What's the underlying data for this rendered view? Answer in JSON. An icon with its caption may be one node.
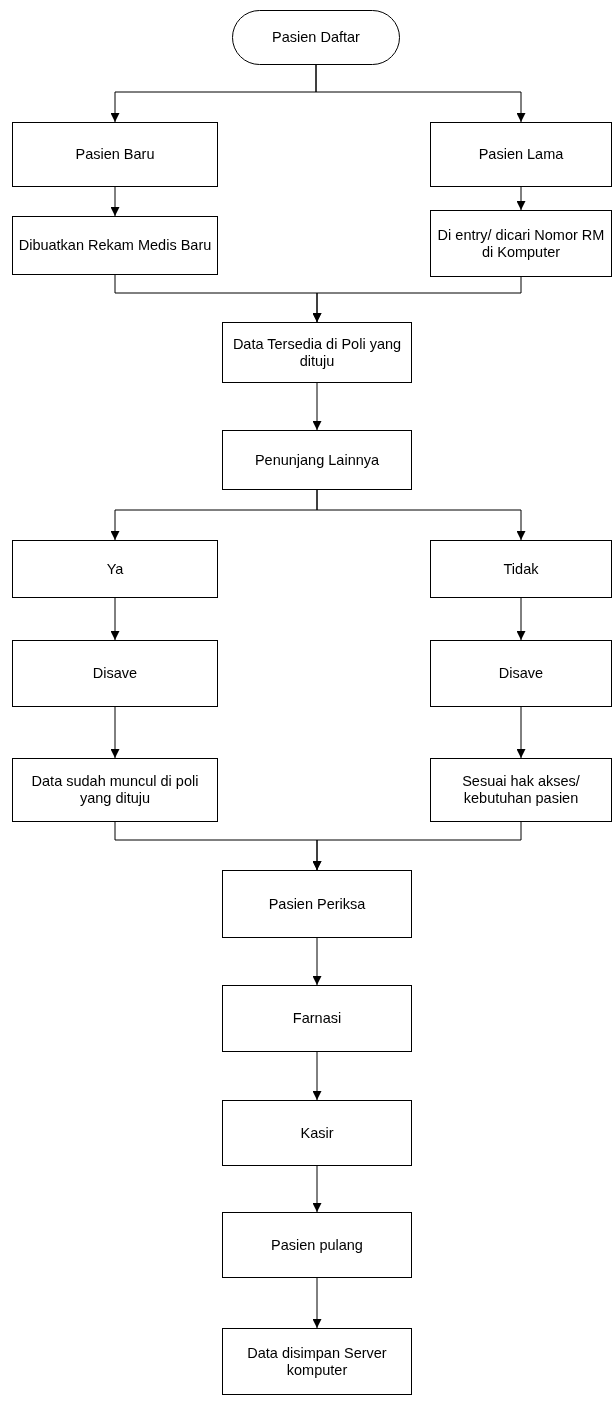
{
  "diagram": {
    "nodes": [
      {
        "text": [
          "Pasien Daftar"
        ]
      },
      {
        "text": [
          "Pasien Baru"
        ]
      },
      {
        "text": [
          "Pasien Lama"
        ]
      },
      {
        "text": [
          "Dibuatkan Rekam Medis Baru"
        ]
      },
      {
        "text": [
          "Di entry/ dicari Nomor RM di Komputer"
        ]
      },
      {
        "text": [
          "Data Tersedia di Poli yang dituju"
        ]
      },
      {
        "text": [
          "Penunjang Lainnya"
        ]
      },
      {
        "text": [
          "Ya"
        ]
      },
      {
        "text": [
          "Tidak"
        ]
      },
      {
        "text": [
          "Disave"
        ]
      },
      {
        "text": [
          "Disave"
        ]
      },
      {
        "text": [
          "Data sudah muncul di poli yang dituju"
        ]
      },
      {
        "text": [
          "Sesuai hak akses/ kebutuhan pasien"
        ]
      },
      {
        "text": [
          "Pasien Periksa"
        ]
      },
      {
        "text": [
          "Farnasi"
        ]
      },
      {
        "text": [
          "Kasir"
        ]
      },
      {
        "text": [
          "Pasien pulang"
        ]
      },
      {
        "text": [
          "Data disimpan Server komputer"
        ]
      }
    ],
    "edges": [
      {
        "from": 0,
        "to": 1,
        "arrow": "to"
      },
      {
        "from": 0,
        "to": 2,
        "arrow": "to"
      },
      {
        "from": 1,
        "to": 3,
        "arrow": "to"
      },
      {
        "from": 2,
        "to": 4,
        "arrow": "to"
      },
      {
        "from": 3,
        "to": 5,
        "arrow": "to"
      },
      {
        "from": 4,
        "to": 5,
        "arrow": "to"
      },
      {
        "from": 5,
        "to": 6,
        "arrow": "to"
      },
      {
        "from": 6,
        "to": 7,
        "arrow": "to"
      },
      {
        "from": 6,
        "to": 8,
        "arrow": "to"
      },
      {
        "from": 7,
        "to": 9,
        "arrow": "to"
      },
      {
        "from": 8,
        "to": 10,
        "arrow": "to"
      },
      {
        "from": 9,
        "to": 11,
        "arrow": "to"
      },
      {
        "from": 10,
        "to": 12,
        "arrow": "to"
      },
      {
        "from": 11,
        "to": 13,
        "arrow": "to"
      },
      {
        "from": 12,
        "to": 13,
        "arrow": "to"
      },
      {
        "from": 13,
        "to": 14,
        "arrow": "to"
      },
      {
        "from": 14,
        "to": 15,
        "arrow": "to"
      },
      {
        "from": 15,
        "to": 16,
        "arrow": "to"
      },
      {
        "from": 16,
        "to": 17,
        "arrow": "to"
      }
    ]
  }
}
